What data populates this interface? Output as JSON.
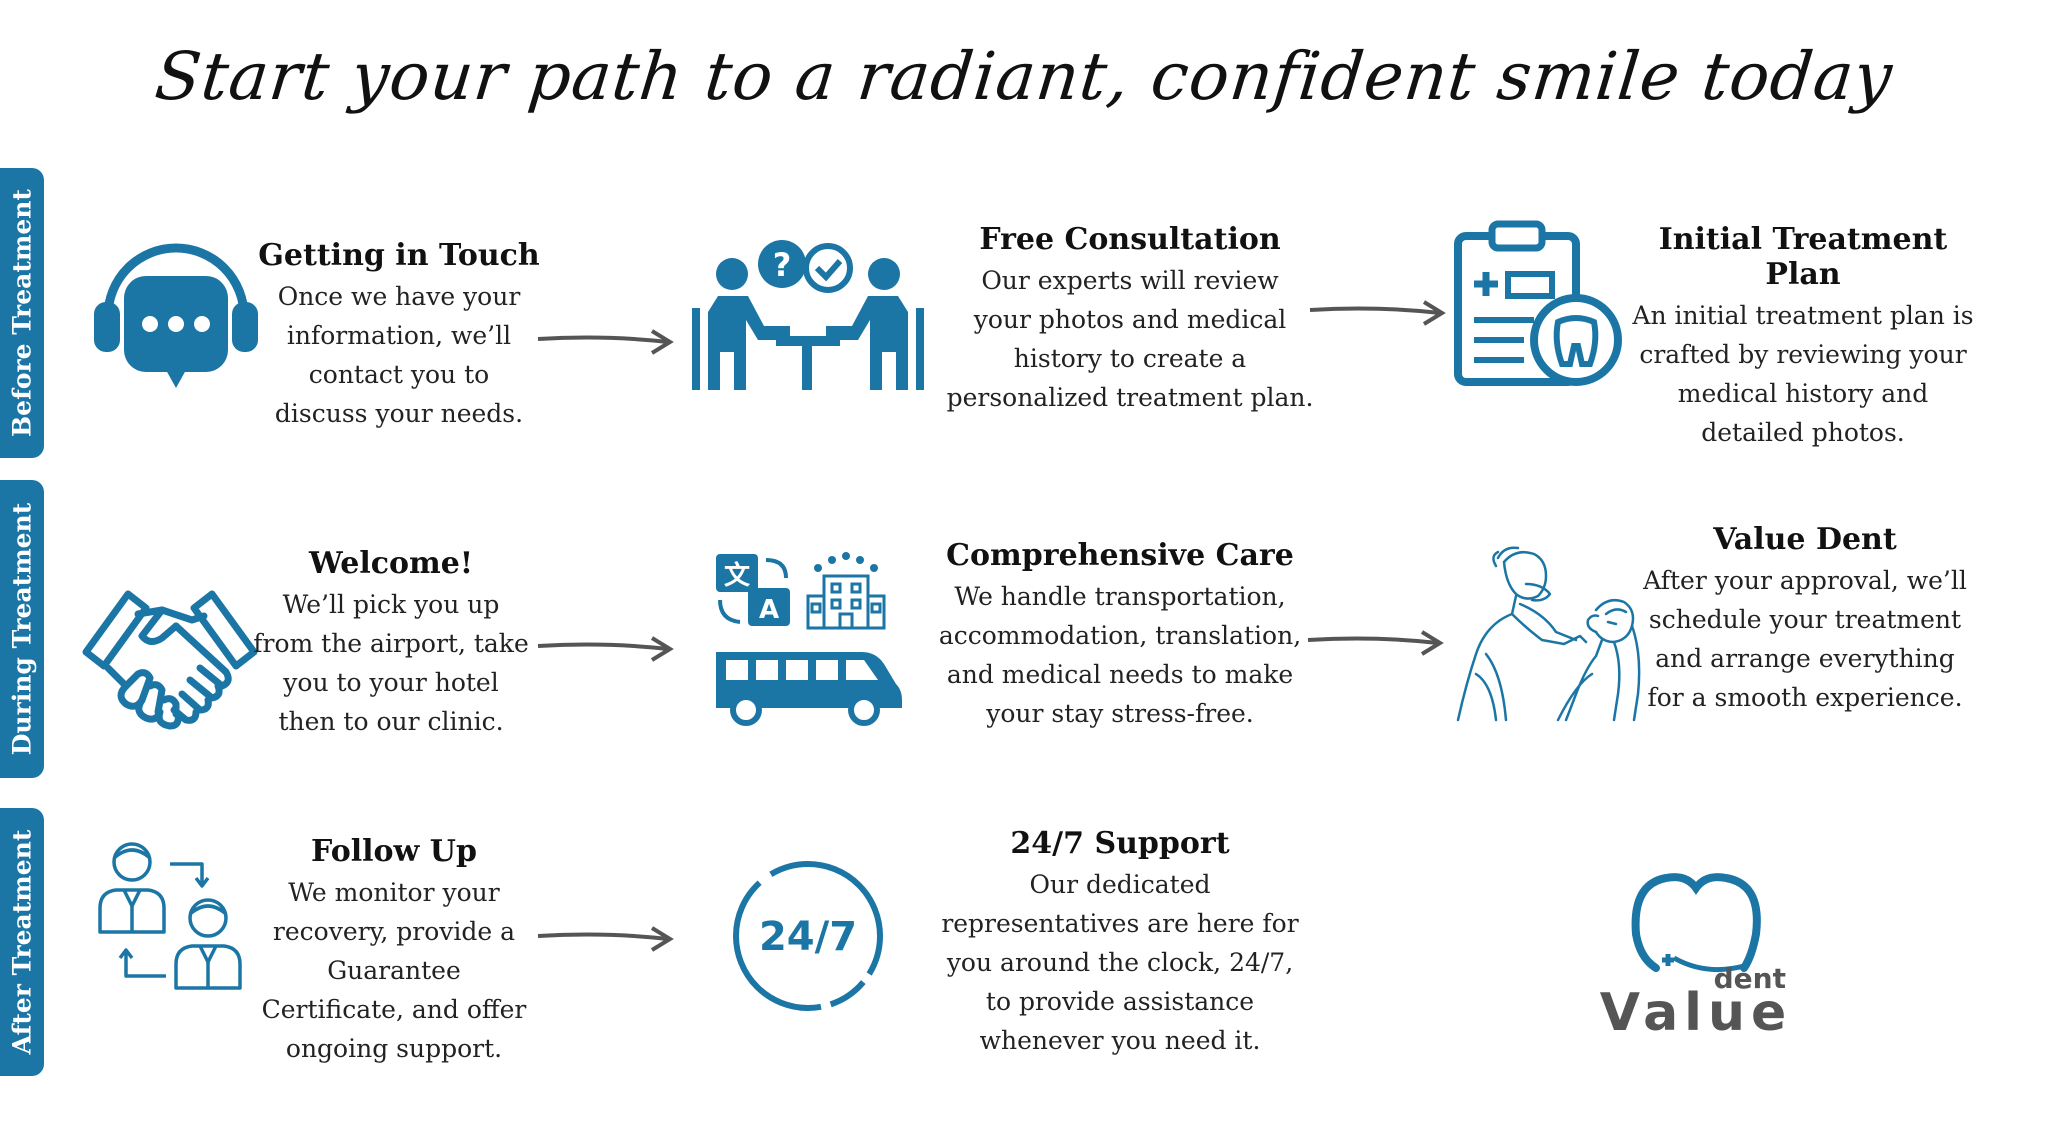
{
  "title": "Start your path to a radiant, confident smile today",
  "colors": {
    "accent": "#1b76a6",
    "arrow": "#555555"
  },
  "phases": [
    {
      "label": "Before Treatment"
    },
    {
      "label": "During Treatment"
    },
    {
      "label": "After Treatment"
    }
  ],
  "steps": [
    {
      "icon": "chat-headset-icon",
      "title": "Getting in Touch",
      "lines": [
        "Once we have your",
        "information, we’ll",
        "contact you to",
        "discuss your needs."
      ]
    },
    {
      "icon": "consultation-icon",
      "title": "Free Consultation",
      "lines": [
        "Our experts will review",
        "your photos and medical",
        "history to create a",
        "personalized treatment plan."
      ]
    },
    {
      "icon": "clipboard-tooth-icon",
      "title": "Initial Treatment Plan",
      "lines": [
        "An initial treatment plan is",
        "crafted by reviewing your",
        "medical history and",
        "detailed photos."
      ]
    },
    {
      "icon": "handshake-icon",
      "title": "Welcome!",
      "lines": [
        "We’ll pick you up",
        "from the airport, take",
        "you to your hotel",
        "then to our clinic."
      ]
    },
    {
      "icon": "translation-hotel-van-icon",
      "title": "Comprehensive Care",
      "lines": [
        "We handle transportation,",
        "accommodation, translation,",
        "and medical needs to make",
        "your stay stress-free."
      ]
    },
    {
      "icon": "dentist-patient-illustration",
      "title": "Value Dent",
      "lines": [
        "After your approval, we’ll",
        "schedule your treatment",
        "and arrange everything",
        "for a smooth experience."
      ]
    },
    {
      "icon": "follow-up-people-icon",
      "title": "Follow Up",
      "lines": [
        "We monitor your",
        "recovery, provide a",
        "Guarantee",
        "Certificate, and offer",
        "ongoing support."
      ]
    },
    {
      "icon": "support-24-7-icon",
      "icon_text": "24/7",
      "title": "24/7 Support",
      "lines": [
        "Our dedicated",
        "representatives are here for",
        "you around the clock, 24/7,",
        "to provide assistance",
        "whenever you need it."
      ]
    }
  ],
  "logo": {
    "word": "Value",
    "small": "dent"
  }
}
